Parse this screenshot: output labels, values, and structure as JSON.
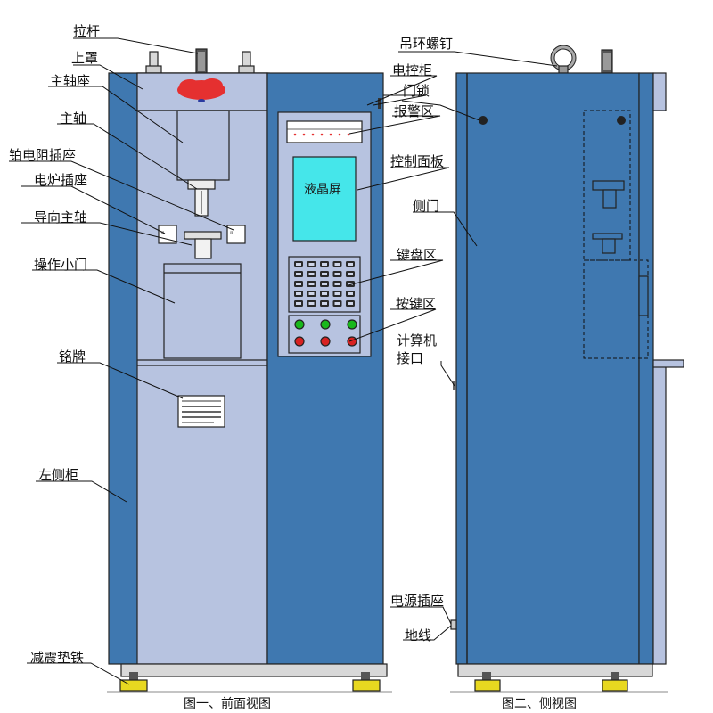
{
  "front_view": {
    "caption": "图一、前面视图",
    "labels": {
      "pull_rod": "拉杆",
      "top_cover": "上罩",
      "spindle_seat": "主轴座",
      "spindle": "主轴",
      "pt_resistor_socket": "铂电阻插座",
      "furnace_socket": "电炉插座",
      "guide_spindle": "导向主轴",
      "small_door": "操作小门",
      "nameplate": "铭牌",
      "left_cabinet": "左侧柜",
      "damping_pad": "减震垫铁",
      "electric_cabinet": "电控柜",
      "door_lock": "门锁",
      "alarm_area": "报警区",
      "lcd_screen": "液晶屏",
      "control_panel": "控制面板",
      "keyboard_area": "键盘区",
      "button_area": "按键区"
    }
  },
  "side_view": {
    "caption": "图二、侧视图",
    "labels": {
      "lifting_eye_bolt": "吊环螺钉",
      "side_door": "侧门",
      "computer_port_line1": "计算机",
      "computer_port_line2": "接口",
      "power_socket": "电源插座",
      "ground_wire": "地线"
    }
  },
  "colors": {
    "cabinet_blue": "#3f78b0",
    "panel_light": "#b7c3e0",
    "lcd_cyan": "#45e6ea",
    "alarm_red": "#e53030",
    "button_green": "#19b81c",
    "button_red": "#d82222",
    "pad_yellow": "#e8d820"
  }
}
